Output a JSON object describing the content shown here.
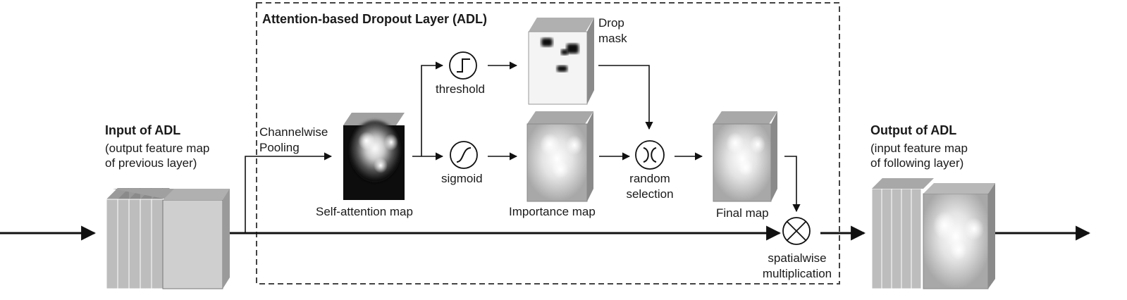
{
  "module": {
    "title": "Attention-based Dropout Layer (ADL)"
  },
  "input": {
    "title": "Input of ADL",
    "subtitle_line1": "(output feature map",
    "subtitle_line2": "of previous layer)"
  },
  "output": {
    "title": "Output of ADL",
    "subtitle_line1": "(input feature map",
    "subtitle_line2": "of following layer)"
  },
  "pooling": {
    "line1": "Channelwise",
    "line2": "Pooling"
  },
  "maps": {
    "self_attention": "Self-attention map",
    "importance": "Importance map",
    "final": "Final map",
    "drop_mask_line1": "Drop",
    "drop_mask_line2": "mask"
  },
  "operations": {
    "threshold": "threshold",
    "sigmoid": "sigmoid",
    "random_line1": "random",
    "random_line2": "selection",
    "spatial_line1": "spatialwise",
    "spatial_line2": "multiplication"
  },
  "colors": {
    "stroke": "#111111",
    "box_border": "#555555",
    "cube_face": "#c8c8c8",
    "cube_side": "#8a8a8a"
  }
}
